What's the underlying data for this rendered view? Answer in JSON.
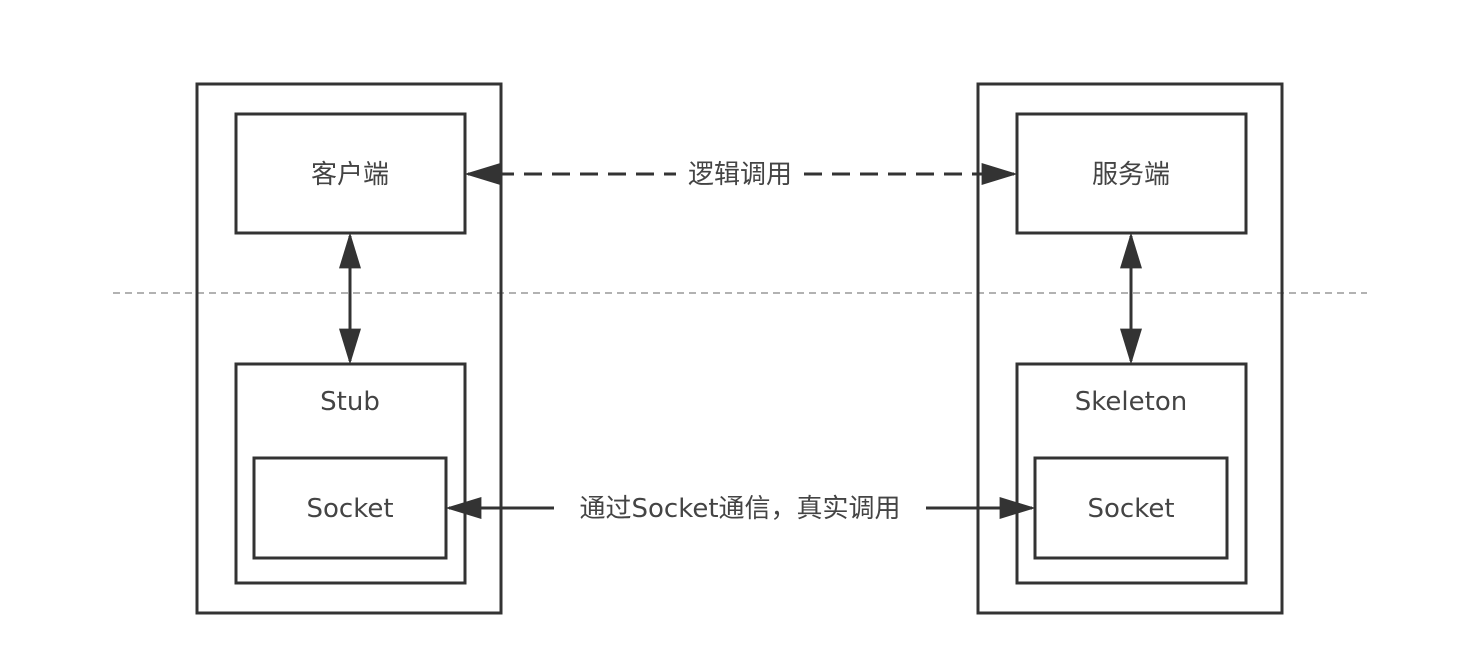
{
  "diagram": {
    "separator": "dashed horizontal line",
    "client": {
      "top_label": "客户端",
      "proxy_label": "Stub",
      "socket_label": "Socket"
    },
    "server": {
      "top_label": "服务端",
      "proxy_label": "Skeleton",
      "socket_label": "Socket"
    },
    "edges": {
      "logical_call": "逻辑调用",
      "real_call": "通过Socket通信，真实调用"
    }
  }
}
